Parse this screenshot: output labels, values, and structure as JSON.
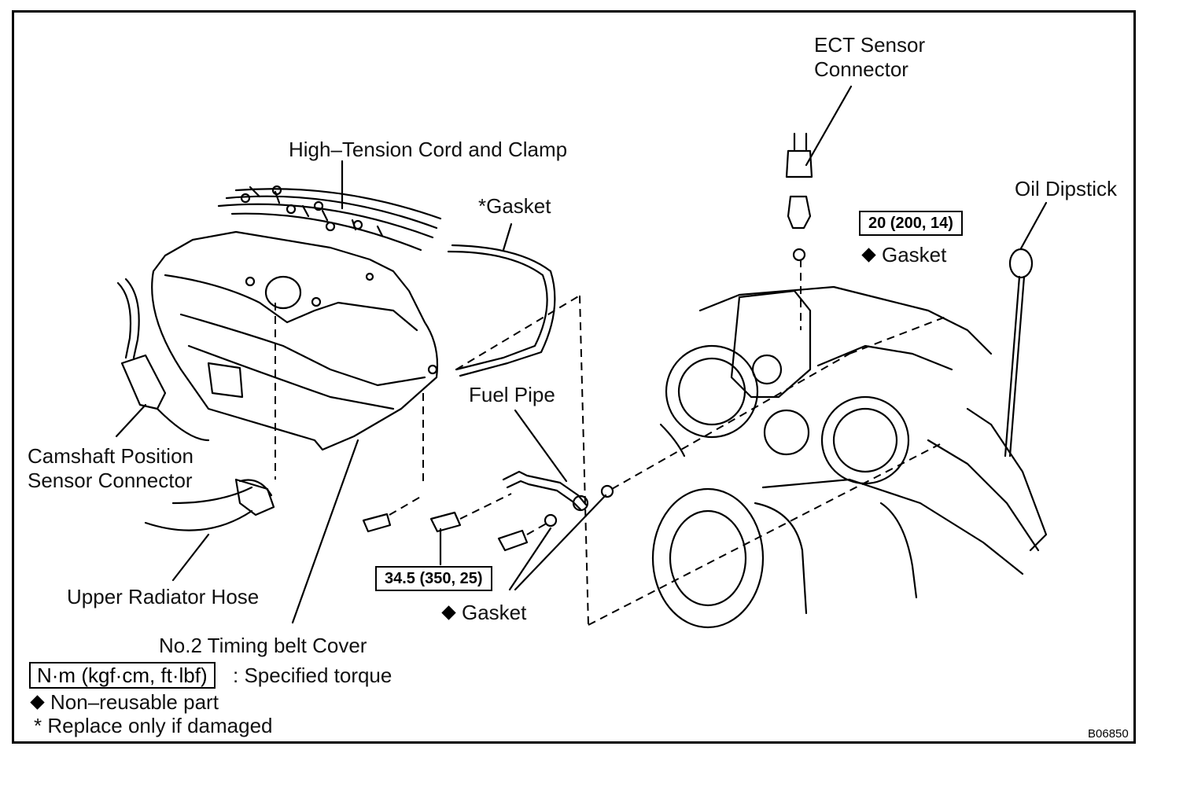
{
  "labels": {
    "ect_sensor_line1": "ECT Sensor",
    "ect_sensor_line2": "Connector",
    "high_tension": "High–Tension Cord and Clamp",
    "gasket_star": "*Gasket",
    "oil_dipstick": "Oil Dipstick",
    "gasket_ect": "Gasket",
    "fuel_pipe": "Fuel Pipe",
    "camshaft_line1": "Camshaft Position",
    "camshaft_line2": "Sensor Connector",
    "upper_radiator_hose": "Upper Radiator Hose",
    "timing_belt_cover": "No.2 Timing belt Cover",
    "gasket_bottom": "Gasket"
  },
  "torque": {
    "ect": "20 (200, 14)",
    "fuel_pipe": "34.5 (350, 25)"
  },
  "legend": {
    "torque_unit": "N·m (kgf·cm, ft·lbf)",
    "torque_desc": ": Specified torque",
    "non_reusable": "Non–reusable part",
    "replace_if_damaged": "* Replace only if damaged"
  },
  "figure_id": "B06850"
}
